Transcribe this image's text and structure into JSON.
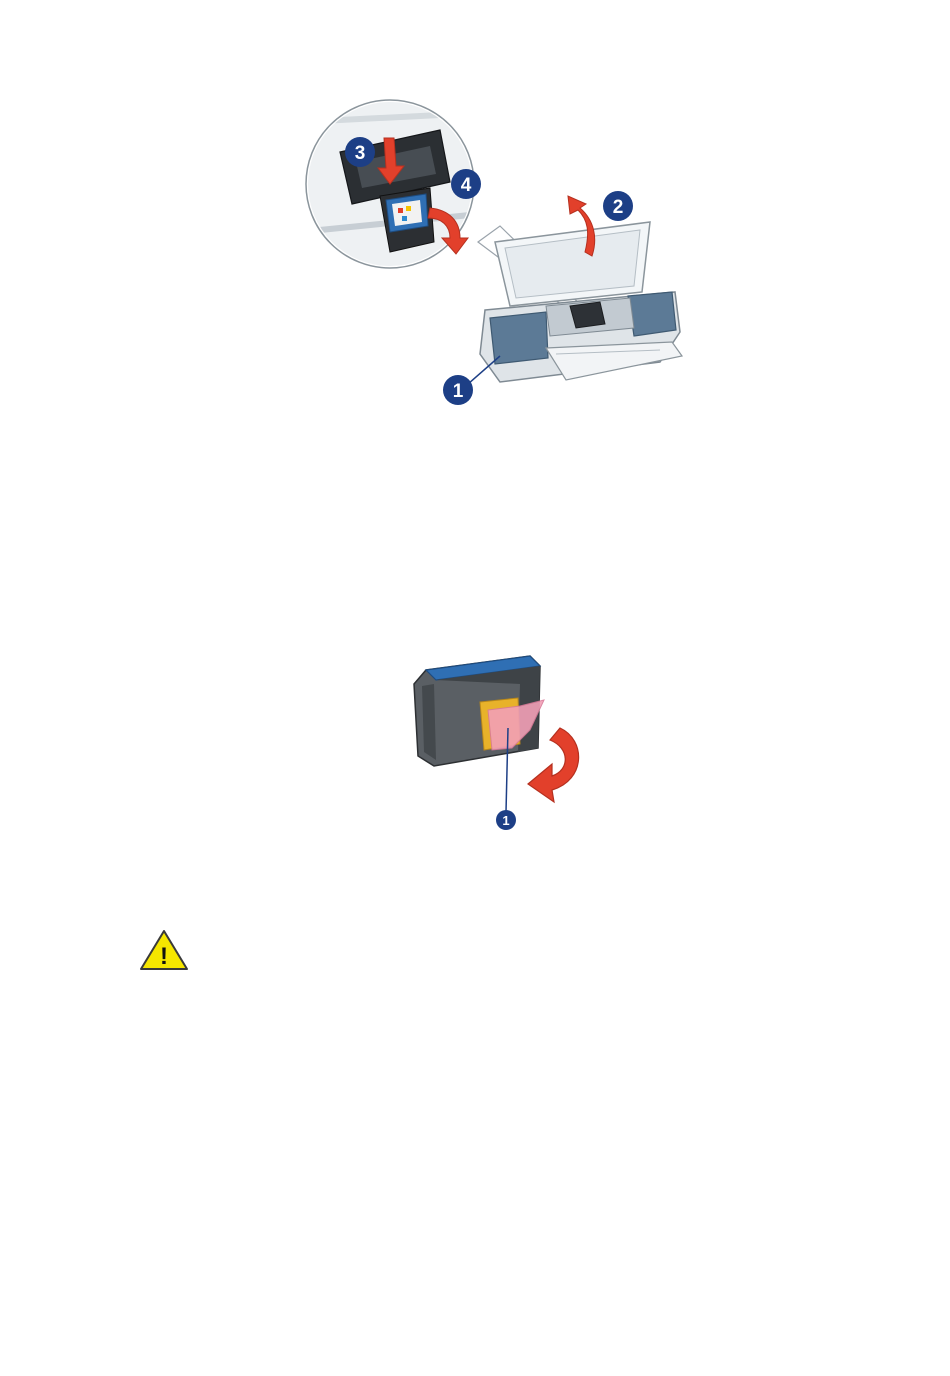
{
  "figure_printer": {
    "callouts": [
      {
        "label": "1"
      },
      {
        "label": "2"
      },
      {
        "label": "3"
      },
      {
        "label": "4"
      }
    ]
  },
  "figure_cartridge": {
    "callouts": [
      {
        "label": "1"
      }
    ]
  },
  "warning": {
    "icon": "warning-triangle-icon",
    "glyph": "!"
  },
  "colors": {
    "callout_navy": "#1d3f86",
    "arrow_red": "#e2402b",
    "printer_blue": "#5c7a96",
    "printer_gray": "#cfd6dc",
    "warning_yellow": "#f5e600"
  }
}
